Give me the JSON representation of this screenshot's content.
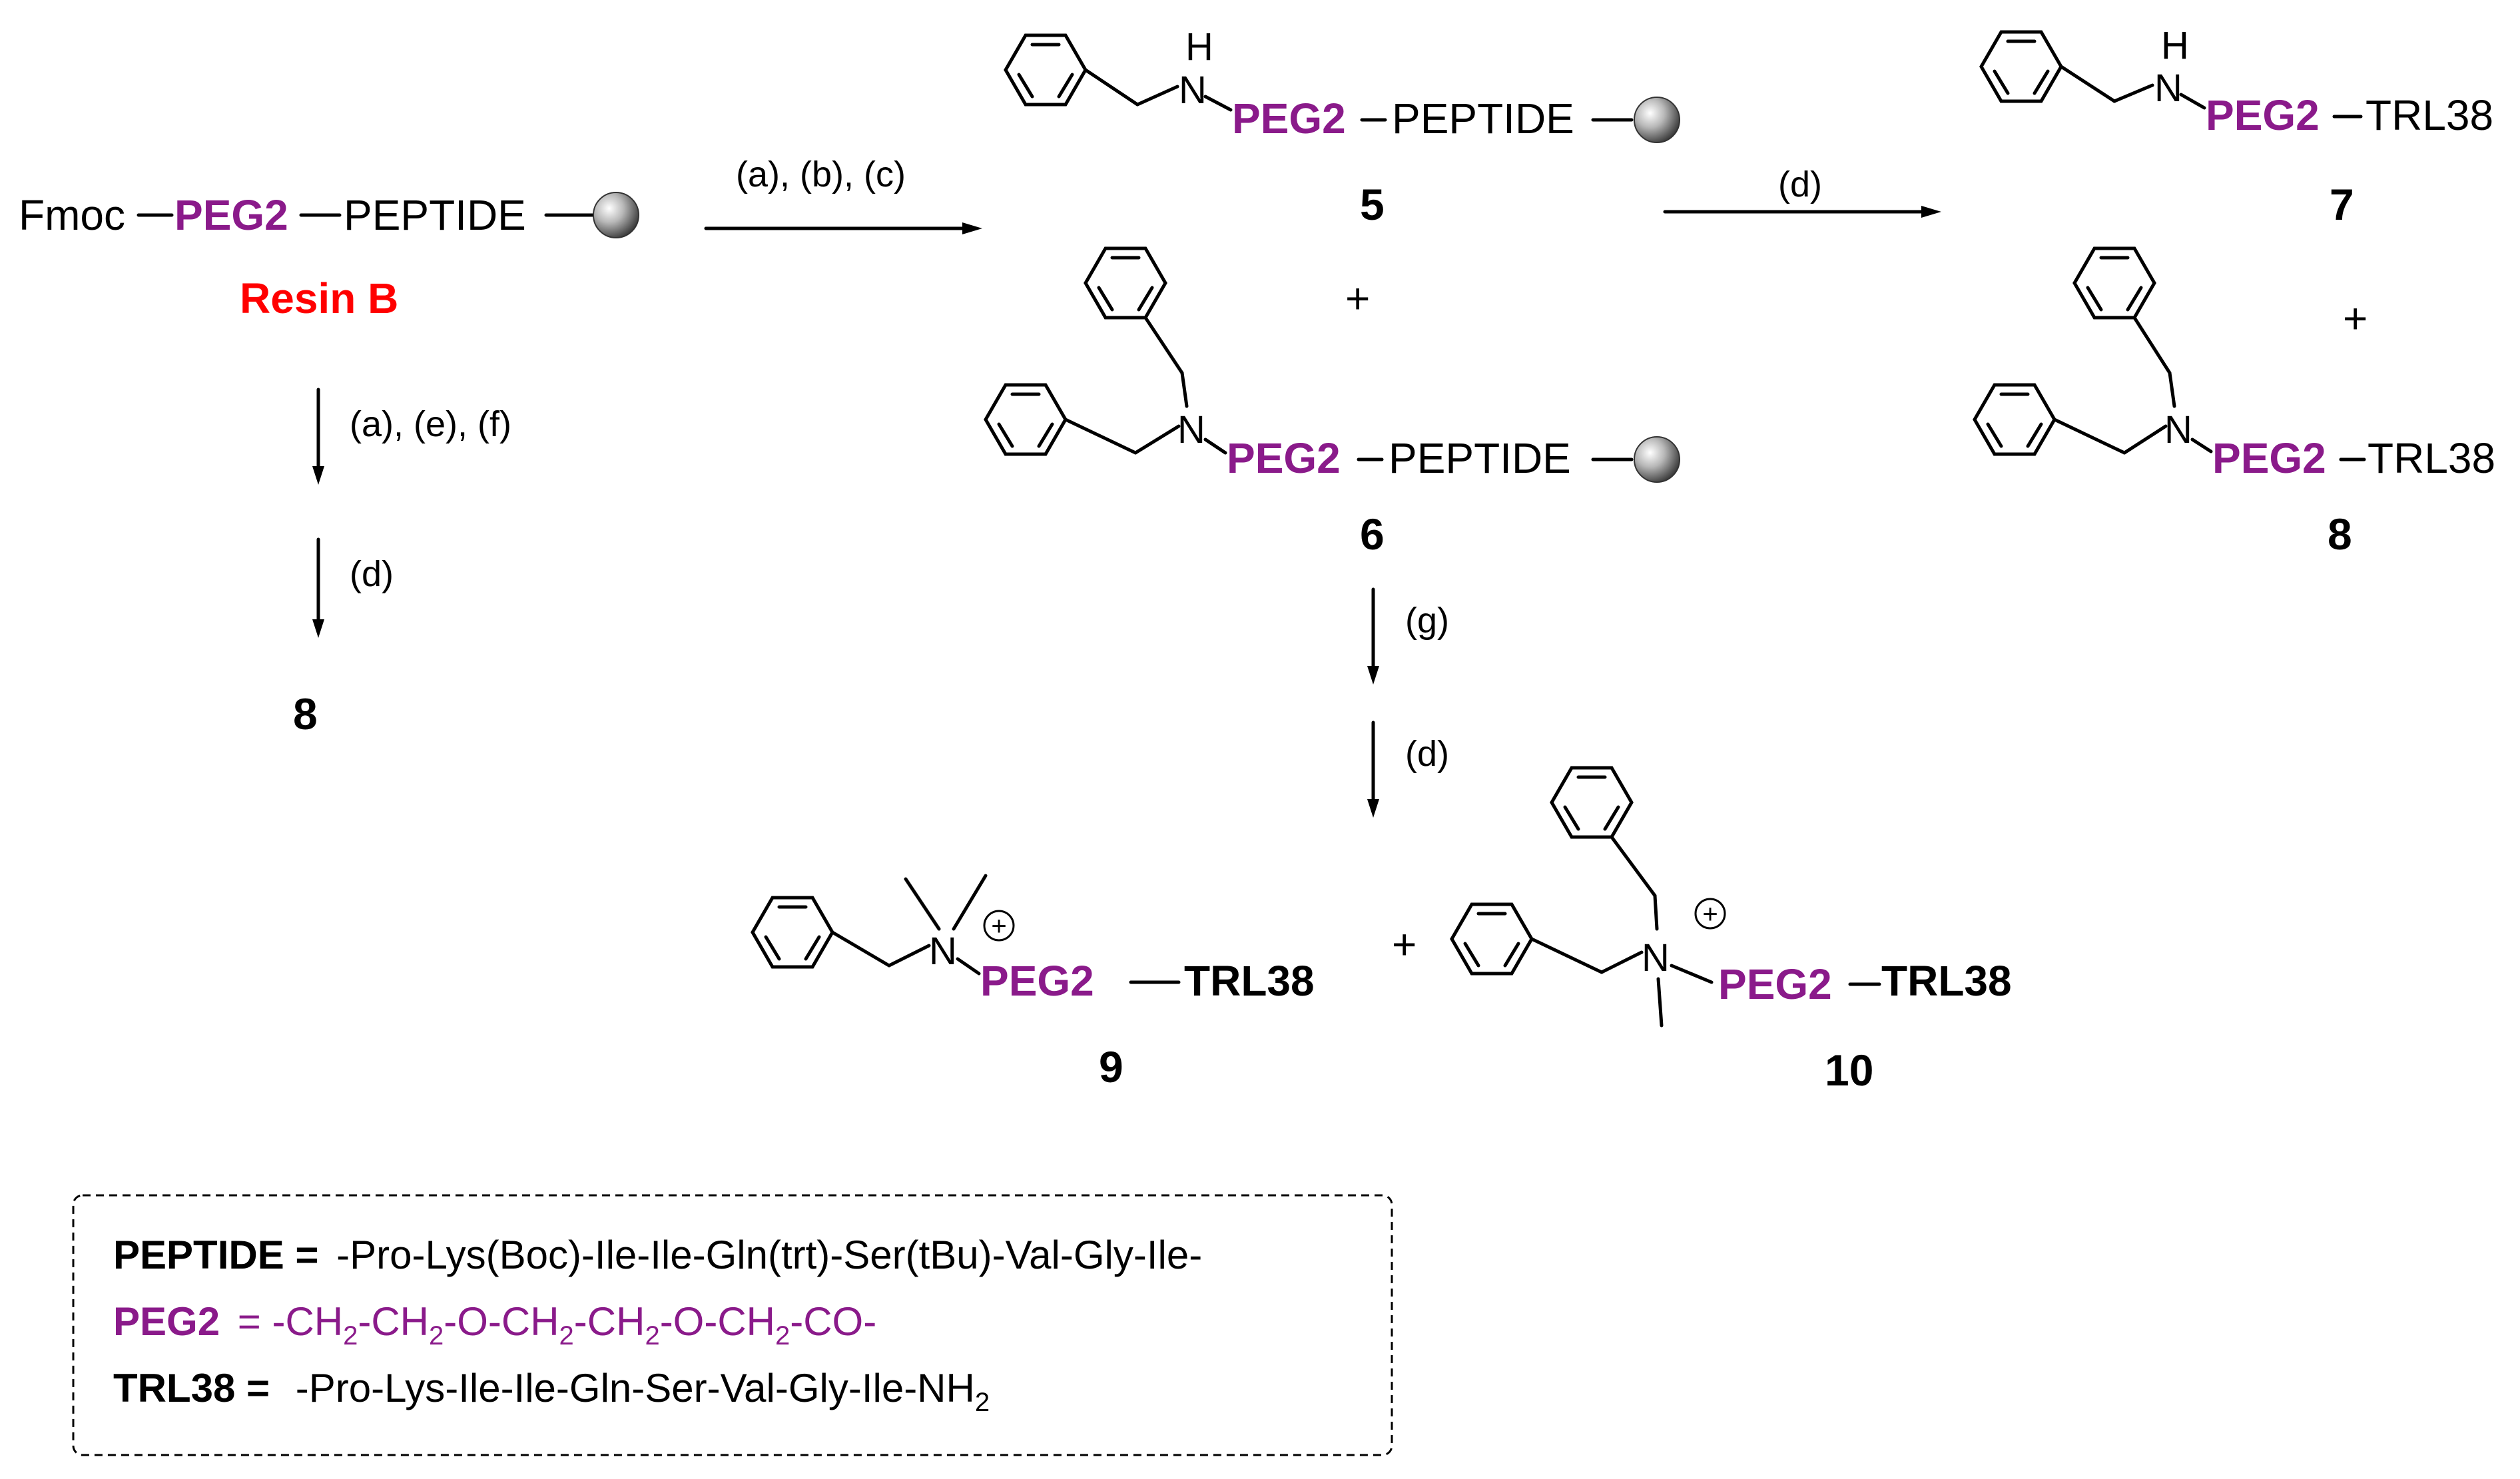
{
  "colors": {
    "peg": "#8a1a8a",
    "resin_label": "#ff0000",
    "ink": "#000000"
  },
  "start": {
    "fmoc": "Fmoc",
    "peg": "PEG2",
    "peptide": "PEPTIDE",
    "resin_label": "Resin B"
  },
  "arrows": {
    "a_b_c": "(a), (b), (c)",
    "d_top": "(d)",
    "a_e_f": "(a), (e), (f)",
    "d_left": "(d)",
    "g": "(g)",
    "d_center": "(d)"
  },
  "compounds": {
    "c5": {
      "number": "5",
      "amine": "H",
      "n": "N",
      "peg": "PEG2",
      "tail": "PEPTIDE"
    },
    "c6": {
      "number": "6",
      "n": "N",
      "peg": "PEG2",
      "tail": "PEPTIDE"
    },
    "c7": {
      "number": "7",
      "amine": "H",
      "n": "N",
      "peg": "PEG2",
      "tail": "TRL38"
    },
    "c8": {
      "number": "8",
      "n": "N",
      "peg": "PEG2",
      "tail": "TRL38"
    },
    "c8_left": {
      "number": "8"
    },
    "c9": {
      "number": "9",
      "n": "N",
      "charge": "+",
      "peg": "PEG2",
      "tail": "TRL38"
    },
    "c10": {
      "number": "10",
      "n": "N",
      "charge": "+",
      "peg": "PEG2",
      "tail": "TRL38"
    }
  },
  "plus": "+",
  "legend": {
    "peptide_label": "PEPTIDE =",
    "peptide_def": "-Pro-Lys(Boc)-Ile-Ile-Gln(trt)-Ser(tBu)-Val-Gly-Ile-",
    "peg_label": "PEG2",
    "peg_def_1": "= -CH",
    "peg_def_2": "-CH",
    "peg_def_3": "-O-CH",
    "peg_def_4": "-CH",
    "peg_def_5": "-O-CH",
    "peg_def_6": "-CO-",
    "sub2": "2",
    "trl_label": "TRL38 =",
    "trl_def": "-Pro-Lys-Ile-Ile-Gln-Ser-Val-Gly-Ile-NH",
    "trl_sub": "2"
  }
}
